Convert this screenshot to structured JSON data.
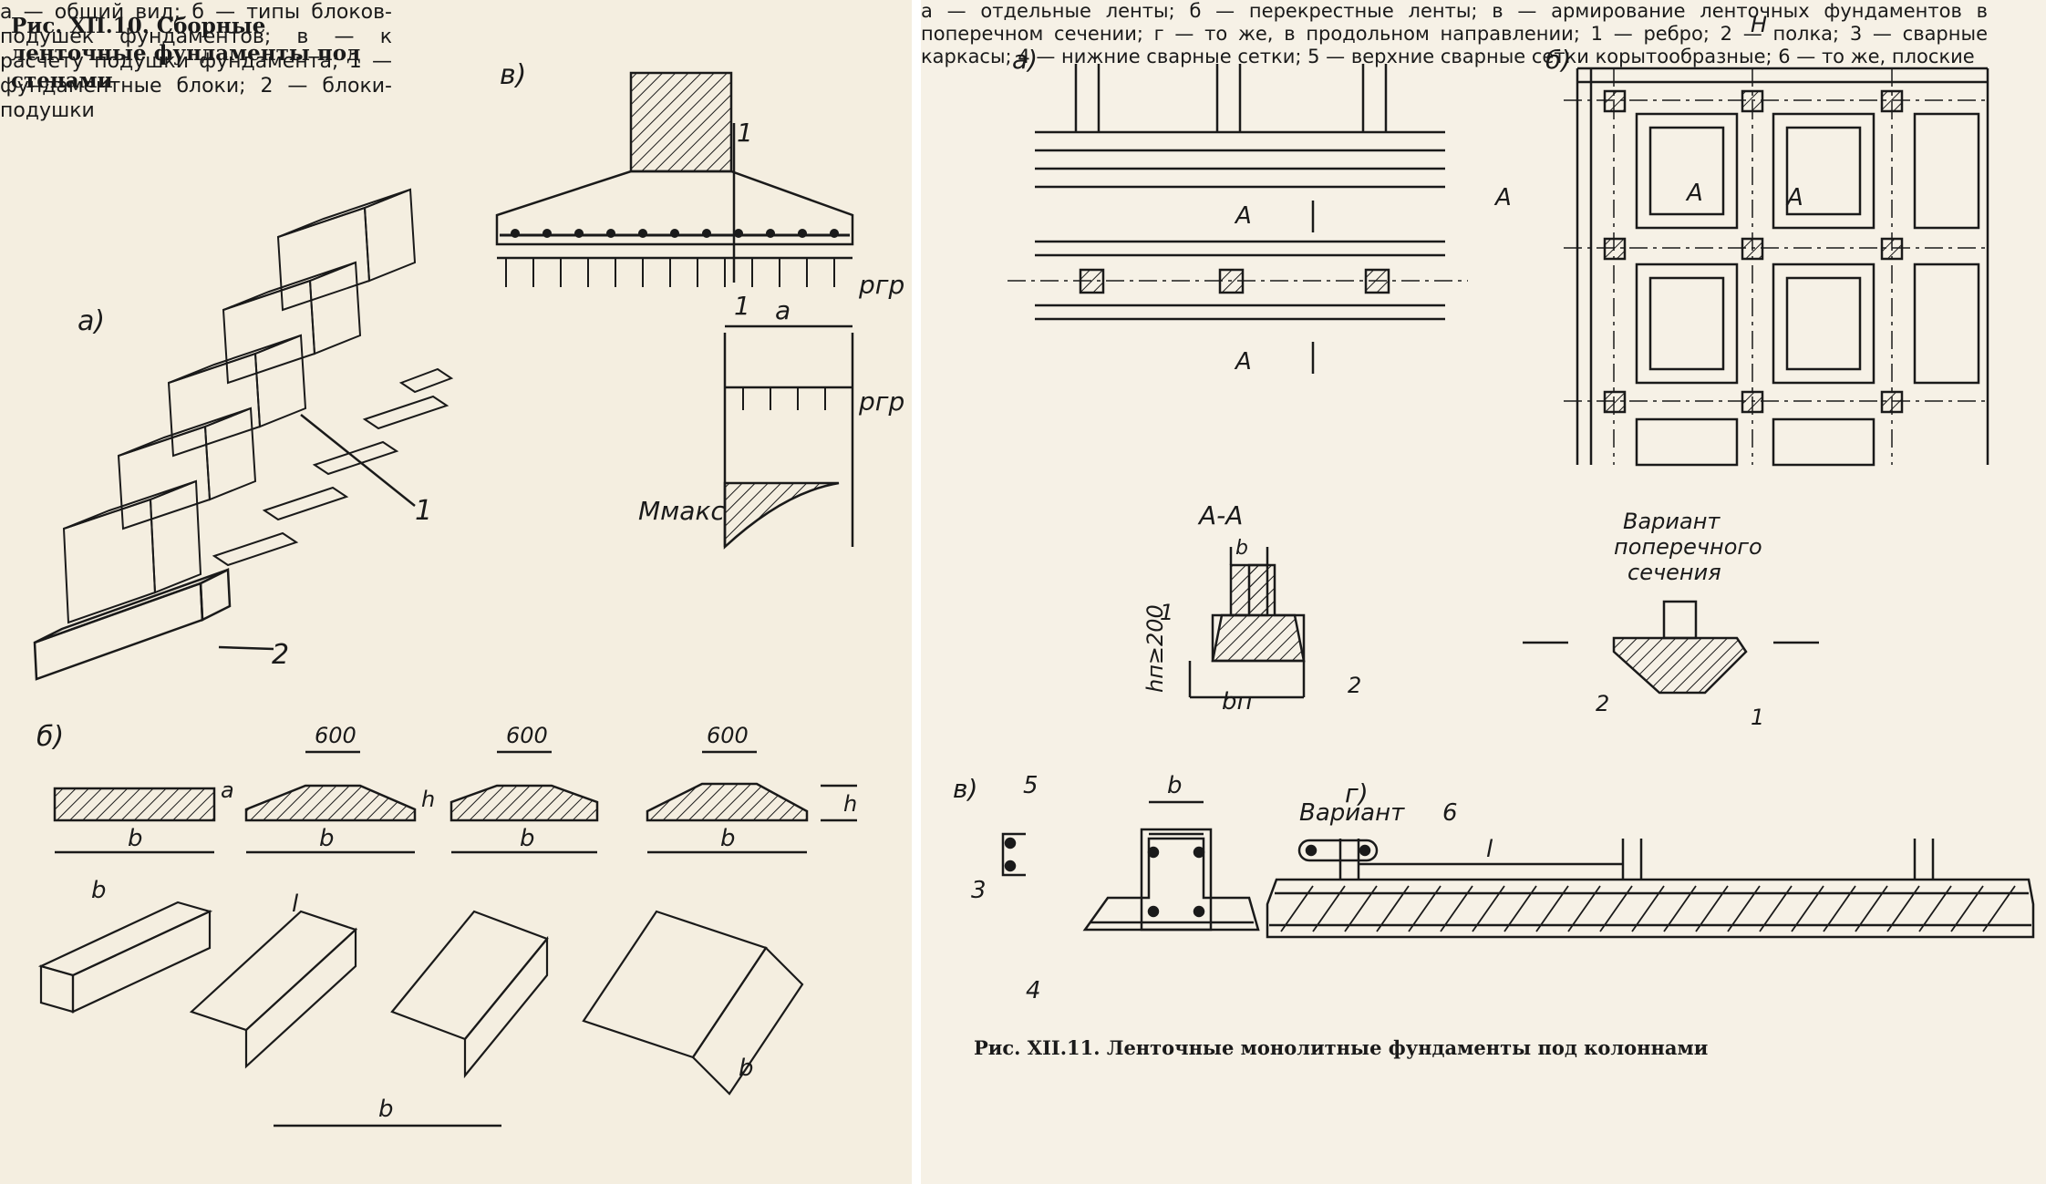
{
  "left": {
    "title": "Рис. XII.10. Сборные ленточные фундаменты под стенами",
    "legend": "а — общий вид; б — типы блоков-подушек фундаментов; в — к расчету подушки фундамента; 1 — фундаментные блоки; 2 — блоки-подушки",
    "labels": {
      "fig_a": "а)",
      "fig_b": "б)",
      "fig_v": "в)",
      "n1": "1",
      "n2": "2",
      "pgr": "pгр",
      "a": "a",
      "mmax": "Mмакс",
      "dim600": "600",
      "dim_a": "a",
      "dim_h": "h",
      "dim_b": "b",
      "dim_l": "l"
    }
  },
  "right": {
    "title": "Рис. XII.11. Ленточные монолитные фундаменты под колоннами",
    "legend": "а — отдельные ленты; б — перекрестные ленты; в — армирование ленточных фундаментов в поперечном сечении; г — то же, в продольном направлении; 1 — ребро; 2 — полка; 3 — сварные каркасы; 4 — нижние сварные сетки; 5 — верхние сварные сетки корытообразные; 6 — то же, плоские",
    "labels": {
      "fig_a": "а)",
      "fig_b": "б)",
      "fig_v": "в)",
      "fig_g": "г)",
      "AA_marker": "А",
      "H_marker": "Н",
      "section_AA": "А-А",
      "hn": "hп≥200",
      "bn": "bп",
      "b": "b",
      "variant_cross": "Вариант поперечного сечения",
      "variant": "Вариант",
      "n1": "1",
      "n2": "2",
      "n3": "3",
      "n4": "4",
      "n5": "5",
      "n6": "6",
      "l": "l"
    }
  }
}
